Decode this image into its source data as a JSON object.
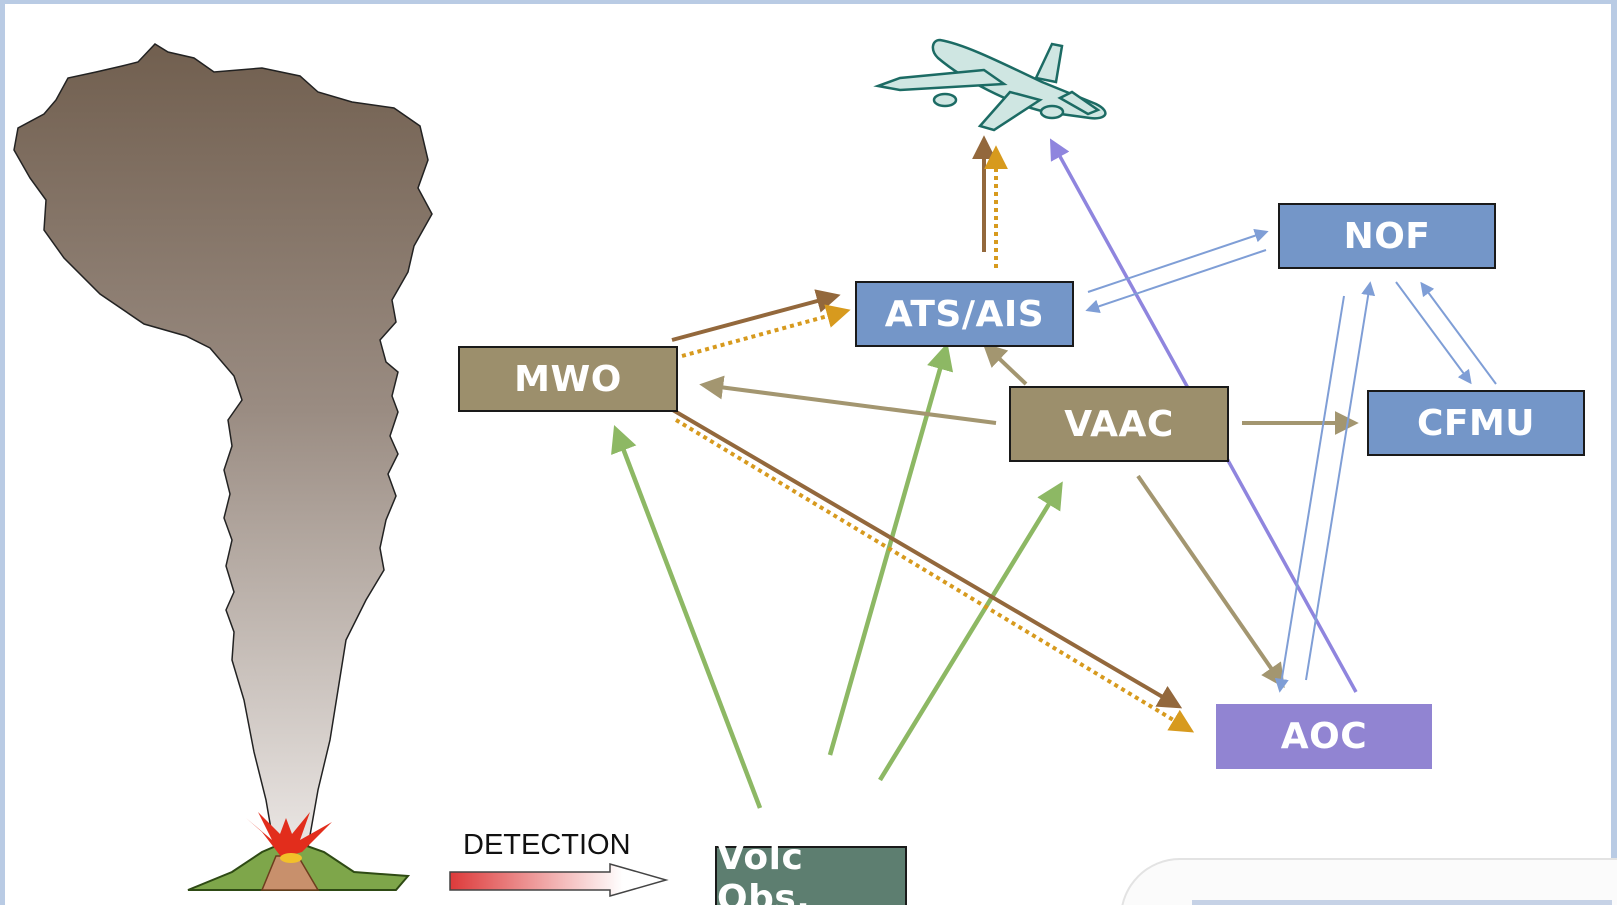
{
  "nodes": {
    "nof": "NOF",
    "ats_ais": "ATS/AIS",
    "mwo": "MWO",
    "vaac": "VAAC",
    "cfmu": "CFMU",
    "aoc": "AOC",
    "volc_obs": "Volc Obs."
  },
  "detection_label": "DETECTION",
  "colors": {
    "blue_box": "#7496c8",
    "olive_box": "#9c8f6c",
    "purple_box": "#9184d2",
    "green_box": "#5d7e70",
    "arrow_green": "#8db864",
    "arrow_brown": "#93683c",
    "arrow_dotted": "#d79a1e",
    "arrow_tan": "#a39670",
    "arrow_blue": "#7f9ed6",
    "arrow_violet": "#8f85de"
  }
}
